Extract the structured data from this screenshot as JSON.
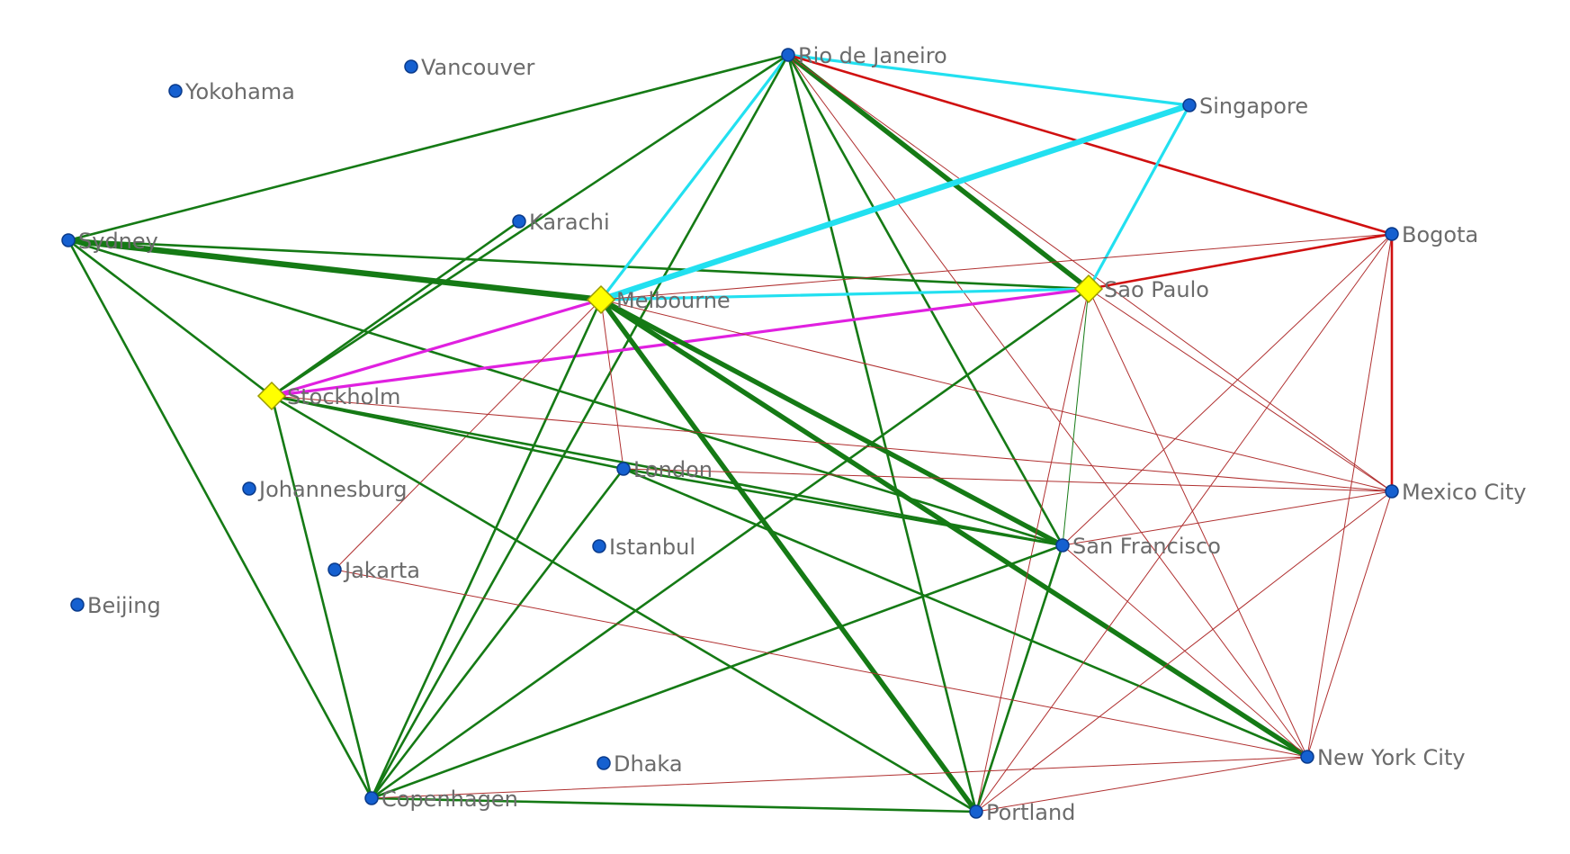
{
  "colors": {
    "green": "#157a15",
    "red_thick": "#d01010",
    "red_thin": "#b03030",
    "cyan": "#22e0f0",
    "magenta": "#e020e0",
    "circle_fill": "#1560d0",
    "circle_stroke": "#0a3a8a",
    "diamond_fill": "#ffff00",
    "diamond_stroke": "#9a9a00",
    "label": "#6b6b6b"
  },
  "nodes": [
    {
      "id": "yokohama",
      "label": "Yokohama",
      "shape": "circle"
    },
    {
      "id": "vancouver",
      "label": "Vancouver",
      "shape": "circle"
    },
    {
      "id": "rio",
      "label": "Rio de Janeiro",
      "shape": "circle"
    },
    {
      "id": "singapore",
      "label": "Singapore",
      "shape": "circle"
    },
    {
      "id": "sydney",
      "label": "Sydney",
      "shape": "circle"
    },
    {
      "id": "karachi",
      "label": "Karachi",
      "shape": "circle"
    },
    {
      "id": "bogota",
      "label": "Bogota",
      "shape": "circle"
    },
    {
      "id": "melbourne",
      "label": "Melbourne",
      "shape": "diamond"
    },
    {
      "id": "saopaulo",
      "label": "Sao Paulo",
      "shape": "diamond"
    },
    {
      "id": "stockholm",
      "label": "Stockholm",
      "shape": "diamond"
    },
    {
      "id": "london",
      "label": "London",
      "shape": "circle"
    },
    {
      "id": "johannesburg",
      "label": "Johannesburg",
      "shape": "circle"
    },
    {
      "id": "mexicocity",
      "label": "Mexico City",
      "shape": "circle"
    },
    {
      "id": "istanbul",
      "label": "Istanbul",
      "shape": "circle"
    },
    {
      "id": "sanfrancisco",
      "label": "San Francisco",
      "shape": "circle"
    },
    {
      "id": "jakarta",
      "label": "Jakarta",
      "shape": "circle"
    },
    {
      "id": "beijing",
      "label": "Beijing",
      "shape": "circle"
    },
    {
      "id": "dhaka",
      "label": "Dhaka",
      "shape": "circle"
    },
    {
      "id": "nyc",
      "label": "New York City",
      "shape": "circle"
    },
    {
      "id": "copenhagen",
      "label": "Copenhagen",
      "shape": "circle"
    },
    {
      "id": "portland",
      "label": "Portland",
      "shape": "circle"
    }
  ],
  "edges": [
    {
      "from": "sydney",
      "to": "rio",
      "type": "green",
      "weight": 2
    },
    {
      "from": "sydney",
      "to": "melbourne",
      "type": "green",
      "weight": 6
    },
    {
      "from": "sydney",
      "to": "saopaulo",
      "type": "green",
      "weight": 2
    },
    {
      "from": "sydney",
      "to": "sanfrancisco",
      "type": "green",
      "weight": 2
    },
    {
      "from": "sydney",
      "to": "copenhagen",
      "type": "green",
      "weight": 2
    },
    {
      "from": "sydney",
      "to": "stockholm",
      "type": "green",
      "weight": 2
    },
    {
      "from": "rio",
      "to": "melbourne",
      "type": "cyan",
      "weight": 3
    },
    {
      "from": "rio",
      "to": "singapore",
      "type": "cyan",
      "weight": 3
    },
    {
      "from": "rio",
      "to": "saopaulo",
      "type": "green",
      "weight": 5
    },
    {
      "from": "rio",
      "to": "copenhagen",
      "type": "green",
      "weight": 2
    },
    {
      "from": "rio",
      "to": "stockholm",
      "type": "green",
      "weight": 2
    },
    {
      "from": "rio",
      "to": "portland",
      "type": "green",
      "weight": 2
    },
    {
      "from": "rio",
      "to": "sanfrancisco",
      "type": "green",
      "weight": 2
    },
    {
      "from": "rio",
      "to": "bogota",
      "type": "red_thick",
      "weight": 2
    },
    {
      "from": "rio",
      "to": "nyc",
      "type": "red_thin",
      "weight": 1
    },
    {
      "from": "rio",
      "to": "mexicocity",
      "type": "red_thin",
      "weight": 1
    },
    {
      "from": "singapore",
      "to": "melbourne",
      "type": "cyan",
      "weight": 6
    },
    {
      "from": "singapore",
      "to": "saopaulo",
      "type": "cyan",
      "weight": 3
    },
    {
      "from": "melbourne",
      "to": "saopaulo",
      "type": "cyan",
      "weight": 3
    },
    {
      "from": "melbourne",
      "to": "stockholm",
      "type": "magenta",
      "weight": 3
    },
    {
      "from": "saopaulo",
      "to": "stockholm",
      "type": "magenta",
      "weight": 3
    },
    {
      "from": "melbourne",
      "to": "nyc",
      "type": "green",
      "weight": 5
    },
    {
      "from": "melbourne",
      "to": "portland",
      "type": "green",
      "weight": 5
    },
    {
      "from": "melbourne",
      "to": "sanfrancisco",
      "type": "green",
      "weight": 5
    },
    {
      "from": "melbourne",
      "to": "copenhagen",
      "type": "green",
      "weight": 2
    },
    {
      "from": "melbourne",
      "to": "london",
      "type": "red_thin",
      "weight": 1
    },
    {
      "from": "melbourne",
      "to": "jakarta",
      "type": "red_thin",
      "weight": 1
    },
    {
      "from": "melbourne",
      "to": "mexicocity",
      "type": "red_thin",
      "weight": 1
    },
    {
      "from": "melbourne",
      "to": "bogota",
      "type": "red_thin",
      "weight": 1
    },
    {
      "from": "saopaulo",
      "to": "copenhagen",
      "type": "green",
      "weight": 2
    },
    {
      "from": "saopaulo",
      "to": "sanfrancisco",
      "type": "green",
      "weight": 1
    },
    {
      "from": "saopaulo",
      "to": "nyc",
      "type": "red_thin",
      "weight": 1
    },
    {
      "from": "saopaulo",
      "to": "portland",
      "type": "red_thin",
      "weight": 1
    },
    {
      "from": "saopaulo",
      "to": "mexicocity",
      "type": "red_thin",
      "weight": 1
    },
    {
      "from": "saopaulo",
      "to": "bogota",
      "type": "red_thick",
      "weight": 2
    },
    {
      "from": "stockholm",
      "to": "london",
      "type": "green",
      "weight": 2
    },
    {
      "from": "stockholm",
      "to": "sanfrancisco",
      "type": "green",
      "weight": 2
    },
    {
      "from": "stockholm",
      "to": "copenhagen",
      "type": "green",
      "weight": 2
    },
    {
      "from": "stockholm",
      "to": "portland",
      "type": "green",
      "weight": 2
    },
    {
      "from": "stockholm",
      "to": "mexicocity",
      "type": "red_thin",
      "weight": 1
    },
    {
      "from": "london",
      "to": "copenhagen",
      "type": "green",
      "weight": 2
    },
    {
      "from": "london",
      "to": "sanfrancisco",
      "type": "green",
      "weight": 2
    },
    {
      "from": "london",
      "to": "nyc",
      "type": "green",
      "weight": 2
    },
    {
      "from": "london",
      "to": "mexicocity",
      "type": "red_thin",
      "weight": 1
    },
    {
      "from": "sanfrancisco",
      "to": "copenhagen",
      "type": "green",
      "weight": 2
    },
    {
      "from": "sanfrancisco",
      "to": "portland",
      "type": "green",
      "weight": 2
    },
    {
      "from": "sanfrancisco",
      "to": "bogota",
      "type": "red_thin",
      "weight": 1
    },
    {
      "from": "sanfrancisco",
      "to": "mexicocity",
      "type": "red_thin",
      "weight": 1
    },
    {
      "from": "sanfrancisco",
      "to": "nyc",
      "type": "red_thin",
      "weight": 1
    },
    {
      "from": "copenhagen",
      "to": "portland",
      "type": "green",
      "weight": 2
    },
    {
      "from": "copenhagen",
      "to": "nyc",
      "type": "red_thin",
      "weight": 1
    },
    {
      "from": "portland",
      "to": "nyc",
      "type": "red_thin",
      "weight": 1
    },
    {
      "from": "portland",
      "to": "bogota",
      "type": "red_thin",
      "weight": 1
    },
    {
      "from": "portland",
      "to": "mexicocity",
      "type": "red_thin",
      "weight": 1
    },
    {
      "from": "jakarta",
      "to": "nyc",
      "type": "red_thin",
      "weight": 1
    },
    {
      "from": "bogota",
      "to": "mexicocity",
      "type": "red_thick",
      "weight": 2
    },
    {
      "from": "bogota",
      "to": "nyc",
      "type": "red_thin",
      "weight": 1
    },
    {
      "from": "mexicocity",
      "to": "nyc",
      "type": "red_thin",
      "weight": 1
    },
    {
      "from": "karachi",
      "to": "stockholm",
      "type": "green",
      "weight": 2
    }
  ]
}
